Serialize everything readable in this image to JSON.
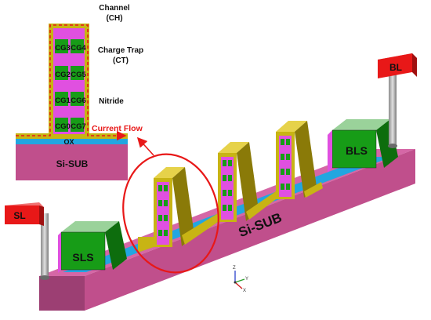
{
  "inset": {
    "labels": {
      "channel": "Channel",
      "channel_abbr": "(CH)",
      "charge_trap": "Charge Trap",
      "charge_trap_abbr": "(CT)",
      "nitride": "Nitride",
      "current_flow": "Current Flow",
      "ox": "OX",
      "substrate": "Si-SUB"
    },
    "gates_left": [
      "CG3",
      "CG2",
      "CG1",
      "CG0"
    ],
    "gates_right": [
      "CG4",
      "CG5",
      "CG6",
      "CG7"
    ]
  },
  "model": {
    "labels": {
      "sl_sign": "SL",
      "bl_sign": "BL",
      "sls_block": "SLS",
      "bls_block": "BLS",
      "substrate": "Si-SUB"
    },
    "axis": {
      "z": "Z",
      "y": "Y",
      "x": "X"
    }
  },
  "colors": {
    "substrate": "#c04f8c",
    "gate": "#179c17",
    "trap": "#e050e0",
    "channel": "#c8b414",
    "oxide": "#22a6e0",
    "sign": "#e81818",
    "current_flow": "#e81818",
    "circle": "#e81818"
  }
}
